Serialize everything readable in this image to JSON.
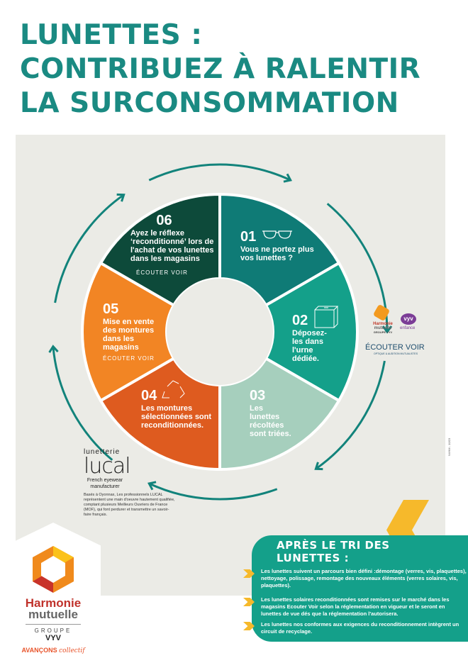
{
  "title": [
    "LUNETTES :",
    "CONTRIBUEZ À RALENTIR",
    "LA SURCONSOMMATION"
  ],
  "colors": {
    "title": "#1a8a82",
    "s01": "#0f7b76",
    "s02": "#14a08a",
    "s03": "#a6cfbd",
    "s04": "#de5b1f",
    "s05": "#f28524",
    "s06": "#0d4a3a",
    "arrow": "#12837b",
    "accent": "#f6b92b"
  },
  "steps": [
    {
      "num": "01",
      "text": "Vous ne portez plus vos lunettes ?",
      "icon": "glasses-icon"
    },
    {
      "num": "02",
      "text": "Déposez-les dans l'urne dédiée.",
      "icon": "box-icon"
    },
    {
      "num": "03",
      "text": "Les lunettes récoltées sont triées."
    },
    {
      "num": "04",
      "text": "Les montures sélectionnées sont reconditionnées.",
      "icon": "recycle-icon"
    },
    {
      "num": "05",
      "text": "Mise en vente des montures dans les magasins",
      "brand": "ÉCOUTER VOIR"
    },
    {
      "num": "06",
      "text": "Ayez le réflexe ‘reconditionné’ lors de l'achat de vos lunettes dans les magasins",
      "brand": "ÉCOUTER VOIR"
    }
  ],
  "lucal": {
    "small": "lunetterie",
    "name": "lucal",
    "tag": "French eyewear manufacturer",
    "desc": "Basés à Oyonnax, Les professionnels LUCAL représentent une main d'oeuvre hautement qualifiée, comptant plusieurs Meilleurs Ouvriers de France (MOF), qui font perdurer et transmettre un savoir-faire français."
  },
  "partners": {
    "hm1": "Harmonie",
    "hm2": "mutuelle",
    "groupe": "GROUPE VYV",
    "vyv": "vyv",
    "enfance": "enfance",
    "ecouter": "ÉCOUTER VOIR",
    "ecouter_sub": "OPTIQUE & AUDITION MUTUALISTES"
  },
  "after": {
    "title": "APRÈS LE TRI DES LUNETTES :",
    "bullets": [
      "Les lunettes suivent un parcours bien défini :démontage (verres, vis, plaquettes), nettoyage, polissage, remontage des nouveaux éléments (verres solaires, vis, plaquettes).",
      "Les lunettes solaires reconditionnées sont remises sur le marché dans les magasins Ecouter Voir selon la réglementation en vigueur et le seront en lunettes de vue dés que la réglementation l'autorisera.",
      "Les lunettes nos conformes aux exigences du reconditionnement intègrent un circuit de recyclage."
    ]
  },
  "footer_logo": {
    "name1": "Harmonie",
    "name2": "mutuelle",
    "groupe": "GROUPE",
    "vyv": "VYV",
    "slogan1": "AVANÇONS",
    "slogan2": "collectif"
  },
  "side_code": "NVHM - 10/23"
}
